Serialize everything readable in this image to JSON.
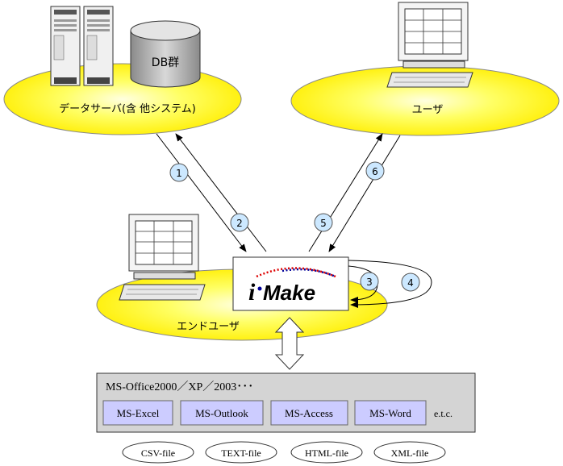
{
  "nodes": {
    "data_server": {
      "label": "データサーバ(含 他システム)",
      "db_label": "DB群"
    },
    "user": {
      "label": "ユーザ"
    },
    "end_user": {
      "label": "エンドユーザ"
    },
    "imake": {
      "logo_i": "i",
      "logo_text": "Make"
    }
  },
  "steps": [
    "1",
    "2",
    "3",
    "4",
    "5",
    "6"
  ],
  "office": {
    "title": "MS-Office2000／XP／2003･･･",
    "apps": [
      "MS-Excel",
      "MS-Outlook",
      "MS-Access",
      "MS-Word"
    ],
    "etc": "e.t.c."
  },
  "files": [
    "CSV-file",
    "TEXT-file",
    "HTML-file",
    "XML-file"
  ],
  "colors": {
    "ellipse_fill": "#ffff00",
    "step_circle_fill": "#cce8ff",
    "app_button_fill": "#ccccff",
    "office_panel_fill": "#d4d4d4",
    "logo_red": "#dd0000",
    "logo_blue": "#000099"
  }
}
